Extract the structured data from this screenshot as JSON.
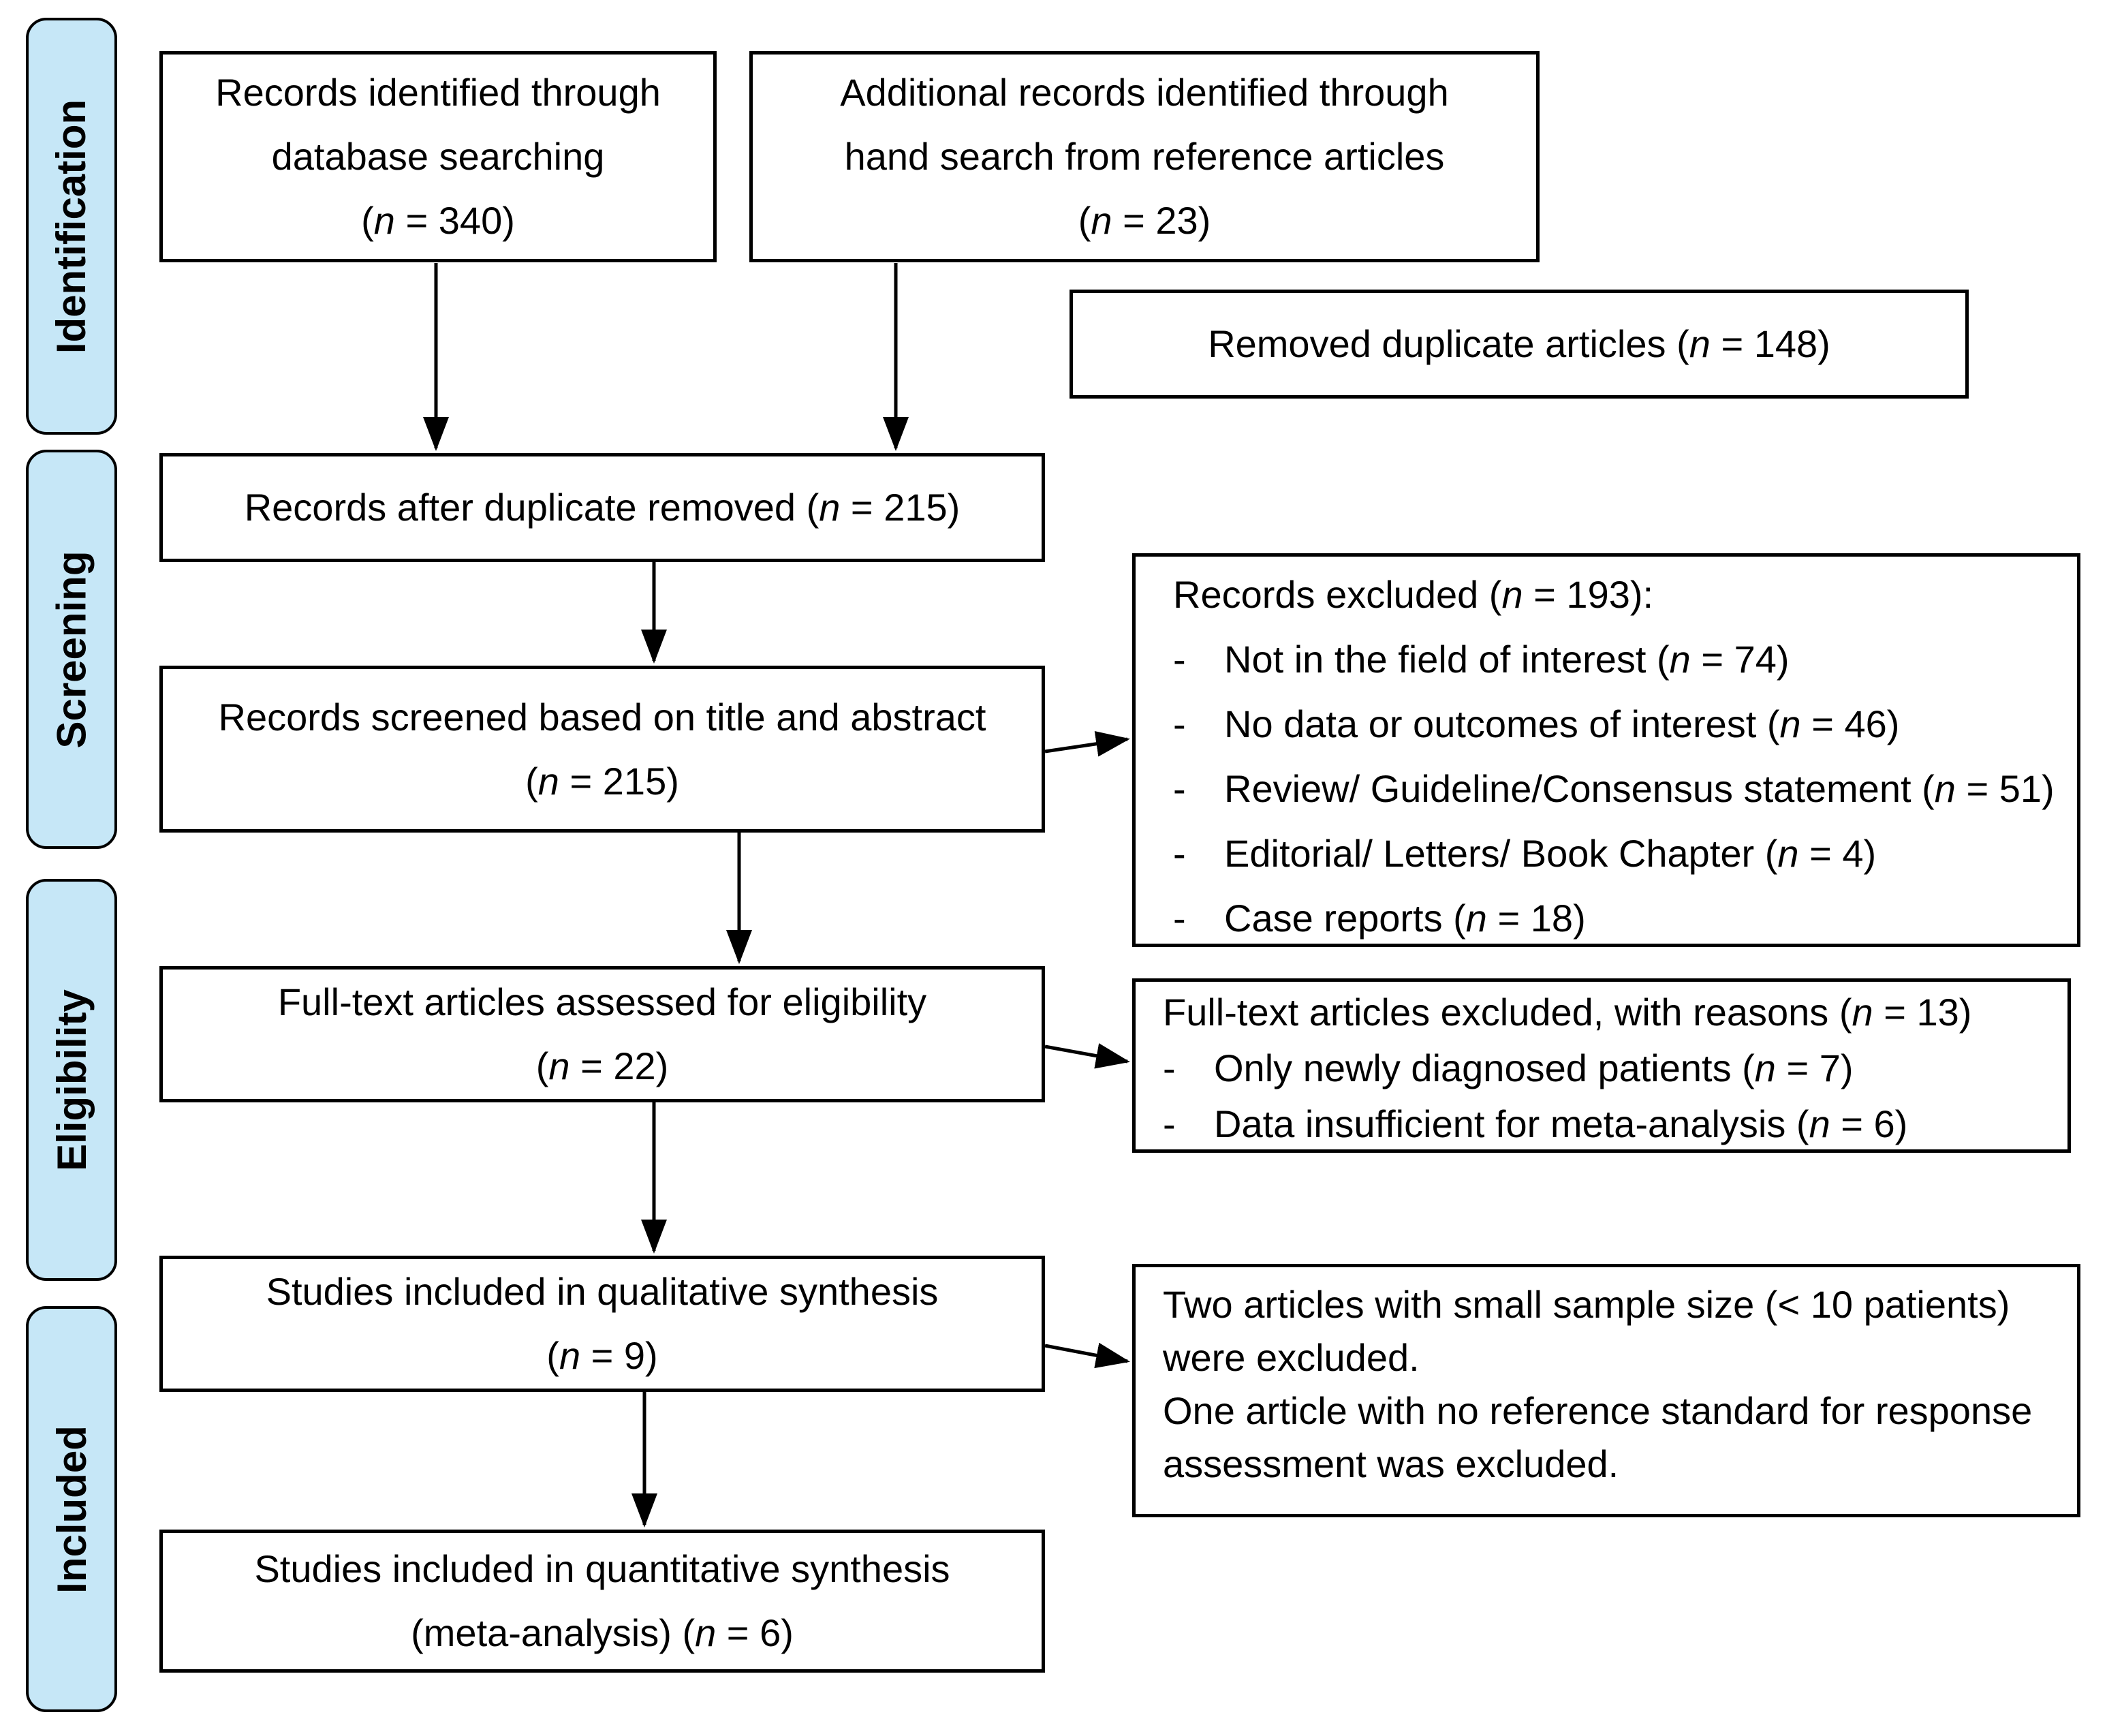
{
  "colors": {
    "stage_fill": "#c6e7f7",
    "box_border": "#000000",
    "page_background": "#ffffff"
  },
  "sidebar": {
    "stages": [
      {
        "label": "Identification"
      },
      {
        "label": "Screening"
      },
      {
        "label": "Eligibility"
      },
      {
        "label": "Included"
      }
    ]
  },
  "flow": {
    "identified": {
      "lines": [
        "Records identified through",
        "database searching",
        "(n = 340)"
      ]
    },
    "additional": {
      "lines": [
        "Additional records identified through",
        "hand search from reference articles",
        "(n = 23)"
      ]
    },
    "removed_duplicates": {
      "text": "Removed duplicate articles (n = 148)"
    },
    "after_duplicates": {
      "text": "Records after duplicate removed (n = 215)"
    },
    "screened": {
      "lines": [
        "Records screened based on title and abstract",
        "(n = 215)"
      ]
    },
    "records_excluded": {
      "title": "Records excluded (n = 193):",
      "bullet": "-",
      "items": [
        "Not in the field of interest (n = 74)",
        "No data or outcomes of interest (n = 46)",
        "Review/ Guideline/Consensus statement (n = 51)",
        "Editorial/ Letters/ Book Chapter (n = 4)",
        "Case reports (n = 18)"
      ]
    },
    "fulltext_assessed": {
      "lines": [
        "Full-text articles assessed for eligibility",
        "(n = 22)"
      ]
    },
    "fulltext_excluded": {
      "title": "Full-text articles excluded, with reasons (n = 13)",
      "bullet": "-",
      "items": [
        "Only newly diagnosed patients (n = 7)",
        "Data insufficient for meta-analysis (n = 6)"
      ]
    },
    "qualitative": {
      "lines": [
        "Studies included in qualitative synthesis",
        "(n = 9)"
      ]
    },
    "small_sample_note": {
      "lines": [
        "Two articles with small sample size (< 10 patients)",
        "were excluded.",
        "One article with no reference standard for response",
        "assessment was excluded."
      ]
    },
    "quantitative": {
      "lines": [
        "Studies included in quantitative synthesis",
        "(meta-analysis) (n = 6)"
      ]
    }
  }
}
